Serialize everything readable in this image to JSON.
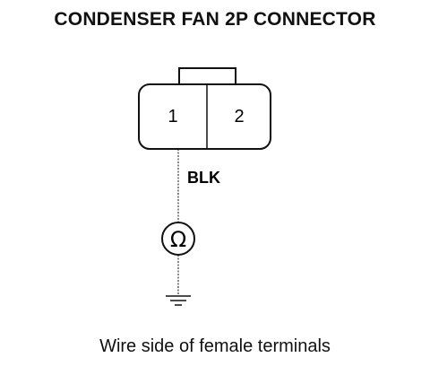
{
  "diagram": {
    "title": "CONDENSER FAN 2P CONNECTOR",
    "connector": {
      "pins": [
        {
          "label": "1"
        },
        {
          "label": "2"
        }
      ]
    },
    "wire": {
      "color_label": "BLK"
    },
    "meter": {
      "symbol": "Ω",
      "icon": "ohmmeter-icon"
    },
    "ground": {
      "icon": "ground-icon"
    },
    "caption": "Wire side of female terminals"
  }
}
